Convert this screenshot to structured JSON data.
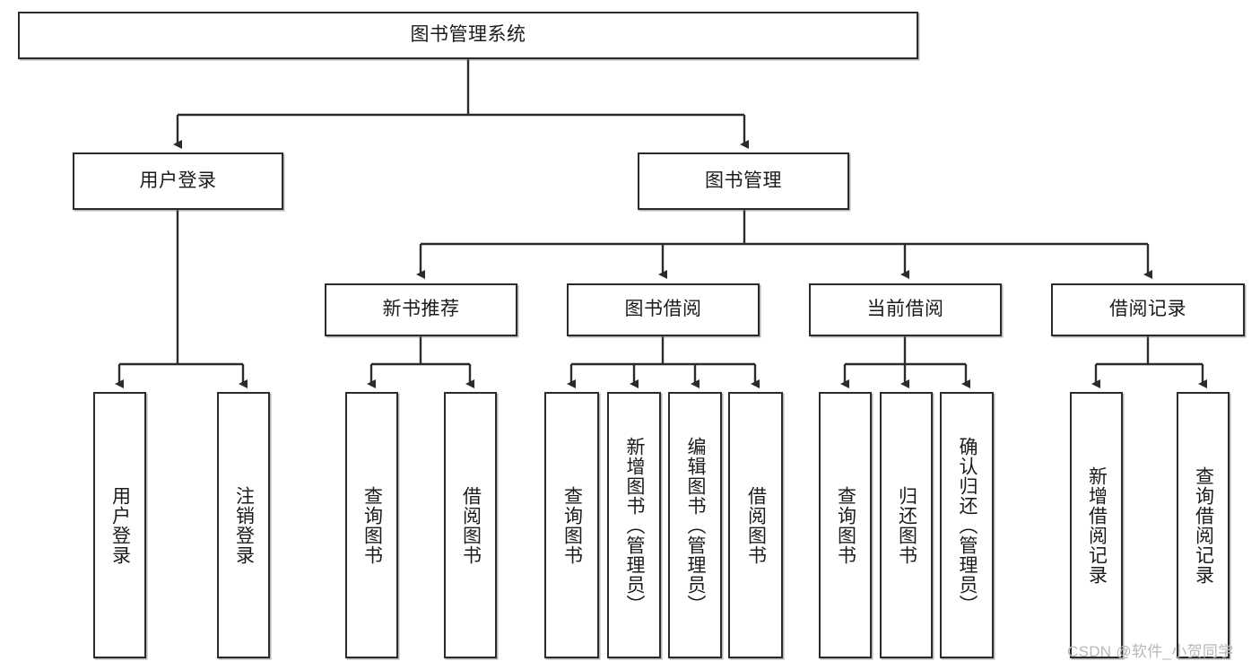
{
  "diagram": {
    "title": "图书管理系统",
    "type": "tree-hierarchy-diagram",
    "root": {
      "label": "图书管理系统"
    },
    "level2": [
      {
        "label": "用户登录"
      },
      {
        "label": "图书管理"
      }
    ],
    "level3": [
      {
        "label": "新书推荐"
      },
      {
        "label": "图书借阅"
      },
      {
        "label": "当前借阅"
      },
      {
        "label": "借阅记录"
      }
    ],
    "leaves": {
      "user_login": [
        {
          "label": "用户登录"
        },
        {
          "label": "注销登录"
        }
      ],
      "new_book_recommend": [
        {
          "label": "查询图书"
        },
        {
          "label": "借阅图书"
        }
      ],
      "book_borrow": [
        {
          "label": "查询图书"
        },
        {
          "label": "新增图书（管理员）"
        },
        {
          "label": "编辑图书（管理员）"
        },
        {
          "label": "借阅图书"
        }
      ],
      "current_borrow": [
        {
          "label": "查询图书"
        },
        {
          "label": "归还图书"
        },
        {
          "label": "确认归还（管理员）"
        }
      ],
      "borrow_record": [
        {
          "label": "新增借阅记录"
        },
        {
          "label": "查询借阅记录"
        }
      ]
    }
  },
  "watermark": {
    "text": "CSDN @软件_小贺同学"
  },
  "colors": {
    "stroke": "#2b2b2b",
    "fill": "#ffffff",
    "text": "#1b1b1b",
    "watermark": "#b8b8b8"
  }
}
